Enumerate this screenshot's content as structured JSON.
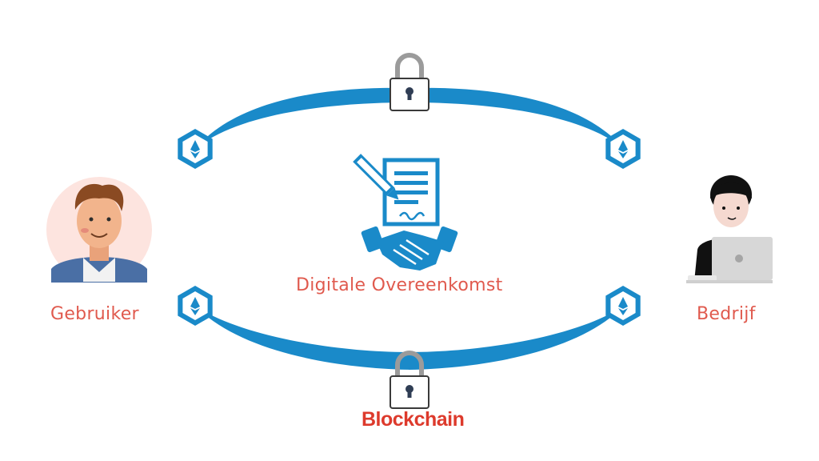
{
  "diagram": {
    "labels": {
      "user": "Gebruiker",
      "company": "Bedrijf",
      "agreement": "Digitale Overeenkomst",
      "blockchain": "Blockchain"
    },
    "colors": {
      "accent_blue": "#1a8ac9",
      "label_red": "#e05a4e",
      "blockchain_red": "#dd3a2c",
      "lock_grey": "#9b9b9b"
    },
    "icons": {
      "nodes": "ethereum-hexagon-icon",
      "locks": "padlock-icon",
      "agreement": "contract-handshake-icon",
      "user": "man-avatar-icon",
      "company": "person-with-laptop-icon"
    }
  }
}
